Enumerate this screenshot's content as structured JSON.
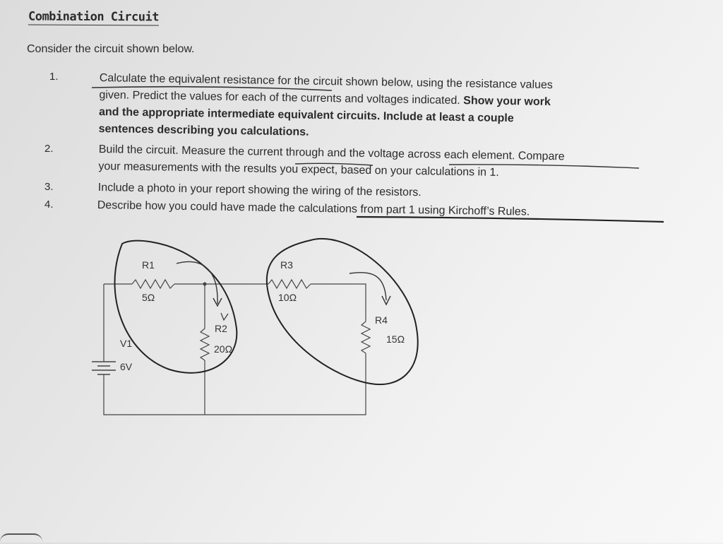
{
  "title": "Combination Circuit",
  "intro": "Consider the circuit shown below.",
  "items": [
    {
      "num": "1.",
      "lines": [
        "Calculate the equivalent resistance for the circuit shown below, using the resistance values",
        "given. Predict the values for each of the currents and voltages indicated."
      ],
      "bold_tail": "Show your work",
      "bold_lines": [
        "and the appropriate intermediate equivalent circuits. Include at least a couple",
        "sentences describing you calculations."
      ]
    },
    {
      "num": "2.",
      "lines": [
        "Build the circuit. Measure the current through and the voltage across each element. Compare",
        "your measurements with the results you expect, based on your calculations in 1."
      ]
    },
    {
      "num": "3.",
      "lines": [
        "Include a photo in your report showing the wiring of the resistors."
      ]
    },
    {
      "num": "4.",
      "lines": [
        "Describe how you could have made the calculations from part 1 using Kirchoff’s Rules."
      ]
    }
  ],
  "circuit": {
    "r1_name": "R1",
    "r1_value": "5Ω",
    "r2_name": "R2",
    "r2_value": "20Ω",
    "r3_name": "R3",
    "r3_value": "10Ω",
    "r4_name": "R4",
    "r4_value": "15Ω",
    "v1_name": "V1",
    "v1_value": "6V"
  }
}
